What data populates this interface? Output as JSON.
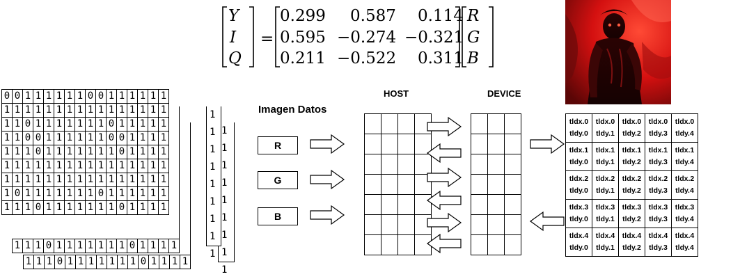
{
  "equation": {
    "lhs": [
      "Y",
      "I",
      "Q"
    ],
    "matrix": [
      [
        "0.299",
        "0.587",
        "0.114"
      ],
      [
        "0.595",
        "−0.274",
        "−0.321"
      ],
      [
        "0.211",
        "−0.522",
        "0.311"
      ]
    ],
    "rhs": [
      "R",
      "G",
      "B"
    ],
    "equals": "="
  },
  "binary_front": [
    [
      "0",
      "0",
      "1",
      "1",
      "1",
      "1",
      "1",
      "1",
      "0",
      "0",
      "1",
      "1",
      "1",
      "1",
      "1",
      "1"
    ],
    [
      "1",
      "1",
      "1",
      "1",
      "1",
      "1",
      "1",
      "1",
      "1",
      "1",
      "1",
      "1",
      "1",
      "1",
      "1",
      "1"
    ],
    [
      "1",
      "1",
      "0",
      "1",
      "1",
      "1",
      "1",
      "1",
      "1",
      "1",
      "0",
      "1",
      "1",
      "1",
      "1",
      "1"
    ],
    [
      "1",
      "1",
      "0",
      "0",
      "1",
      "1",
      "1",
      "1",
      "1",
      "1",
      "0",
      "0",
      "1",
      "1",
      "1",
      "1"
    ],
    [
      "1",
      "1",
      "1",
      "0",
      "1",
      "1",
      "1",
      "1",
      "1",
      "1",
      "1",
      "0",
      "1",
      "1",
      "1",
      "1"
    ],
    [
      "1",
      "1",
      "1",
      "1",
      "1",
      "1",
      "1",
      "1",
      "1",
      "1",
      "1",
      "1",
      "1",
      "1",
      "1",
      "1"
    ],
    [
      "1",
      "1",
      "1",
      "1",
      "1",
      "1",
      "1",
      "1",
      "1",
      "1",
      "1",
      "1",
      "1",
      "1",
      "1",
      "1"
    ],
    [
      "1",
      "0",
      "1",
      "1",
      "1",
      "1",
      "1",
      "1",
      "1",
      "0",
      "1",
      "1",
      "1",
      "1",
      "1",
      "1"
    ],
    [
      "1",
      "1",
      "1",
      "0",
      "1",
      "1",
      "1",
      "1",
      "1",
      "1",
      "1",
      "0",
      "1",
      "1",
      "1",
      "1"
    ]
  ],
  "binary_back_row_1": [
    "1",
    "1",
    "1",
    "0",
    "1",
    "1",
    "1",
    "1",
    "1",
    "1",
    "1",
    "0",
    "1",
    "1",
    "1",
    "1"
  ],
  "binary_back_row_2": [
    "1",
    "1",
    "1",
    "0",
    "1",
    "1",
    "1",
    "1",
    "1",
    "1",
    "1",
    "0",
    "1",
    "1",
    "1",
    "1"
  ],
  "binary_back_col_1": [
    "1",
    "1",
    "1",
    "1",
    "1",
    "1",
    "1",
    "1",
    "1"
  ],
  "binary_back_col_2": [
    "1",
    "1",
    "1",
    "1",
    "1",
    "1",
    "1",
    "1",
    "1"
  ],
  "labels": {
    "imagen": "Imagen Datos",
    "host": "HOST",
    "device": "DEVICE"
  },
  "channels": [
    "R",
    "G",
    "B"
  ],
  "thread_table": [
    [
      [
        "tldx.0",
        "tldy.0"
      ],
      [
        "tldx.0",
        "tldy.1"
      ],
      [
        "tldx.0",
        "tldy.2"
      ],
      [
        "tldx.0",
        "tldy.3"
      ],
      [
        "tldx.0",
        "tldy.4"
      ]
    ],
    [
      [
        "tldx.1",
        "tldy.0"
      ],
      [
        "tldx.1",
        "tldy.1"
      ],
      [
        "tldx.1",
        "tldy.2"
      ],
      [
        "tldx.1",
        "tldy.3"
      ],
      [
        "tldx.1",
        "tldy.4"
      ]
    ],
    [
      [
        "tldx.2",
        "tldy.0"
      ],
      [
        "tldx.2",
        "tldy.1"
      ],
      [
        "tldx.2",
        "tldy.2"
      ],
      [
        "tldx.2",
        "tldy.3"
      ],
      [
        "tldx.2",
        "tldy.4"
      ]
    ],
    [
      [
        "tldx.3",
        "tldy.0"
      ],
      [
        "tldx.3",
        "tldy.1"
      ],
      [
        "tldx.3",
        "tldy.2"
      ],
      [
        "tldx.3",
        "tldy.3"
      ],
      [
        "tldx.3",
        "tldy.4"
      ]
    ],
    [
      [
        "tldx.4",
        "tldy.0"
      ],
      [
        "tldx.4",
        "tldy.1"
      ],
      [
        "tldx.4",
        "tldy.2"
      ],
      [
        "tldx.4",
        "tldy.3"
      ],
      [
        "tldx.4",
        "tldy.4"
      ]
    ]
  ],
  "colors": {
    "photo_dark": "#3a0505",
    "photo_red": "#d41010",
    "photo_bright": "#ff3a2a"
  }
}
